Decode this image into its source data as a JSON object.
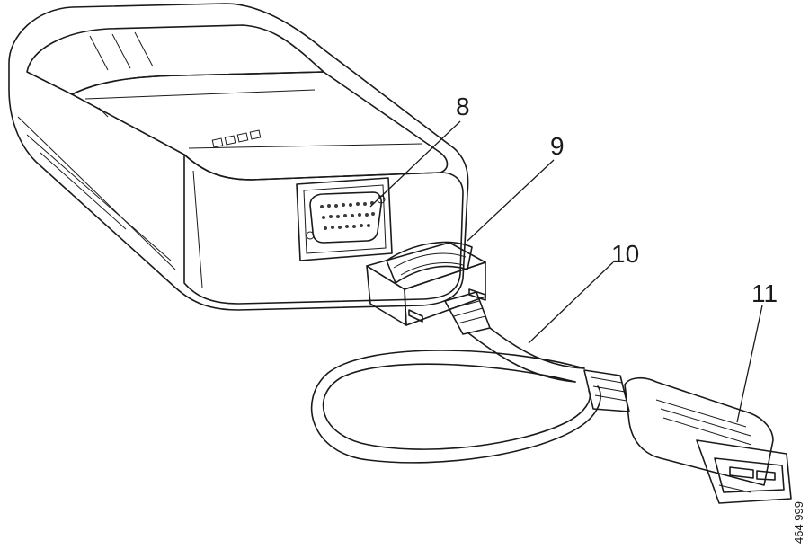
{
  "callouts": [
    {
      "id": "8",
      "text": "8"
    },
    {
      "id": "9",
      "text": "9"
    },
    {
      "id": "10",
      "text": "10"
    },
    {
      "id": "11",
      "text": "11"
    }
  ],
  "reference": "464 999",
  "colors": {
    "ink": "#1a1a1a",
    "body_fill": "#ffffff",
    "shade": "#d9d9d9",
    "dark": "#3a3a3a"
  }
}
